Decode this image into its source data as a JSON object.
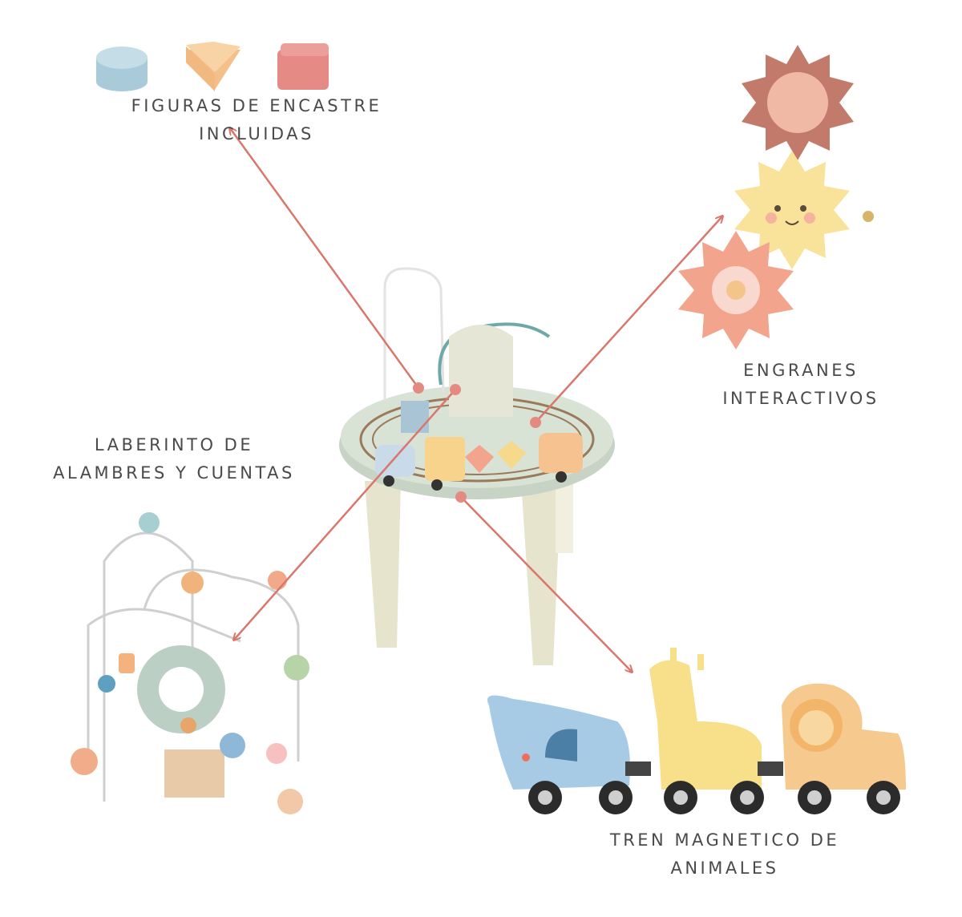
{
  "callouts": {
    "shapes": {
      "line1": "FIGURAS DE ENCASTRE",
      "line2": "INCLUIDAS"
    },
    "gears": {
      "line1": "ENGRANES",
      "line2": "INTERACTIVOS"
    },
    "maze": {
      "line1": "LABERINTO DE",
      "line2": "ALAMBRES Y CUENTAS"
    },
    "train": {
      "line1": "TREN MAGNETICO DE",
      "line2": "ANIMALES"
    }
  },
  "colors": {
    "arrow": "#d9776c",
    "text": "#4a4a4a"
  }
}
